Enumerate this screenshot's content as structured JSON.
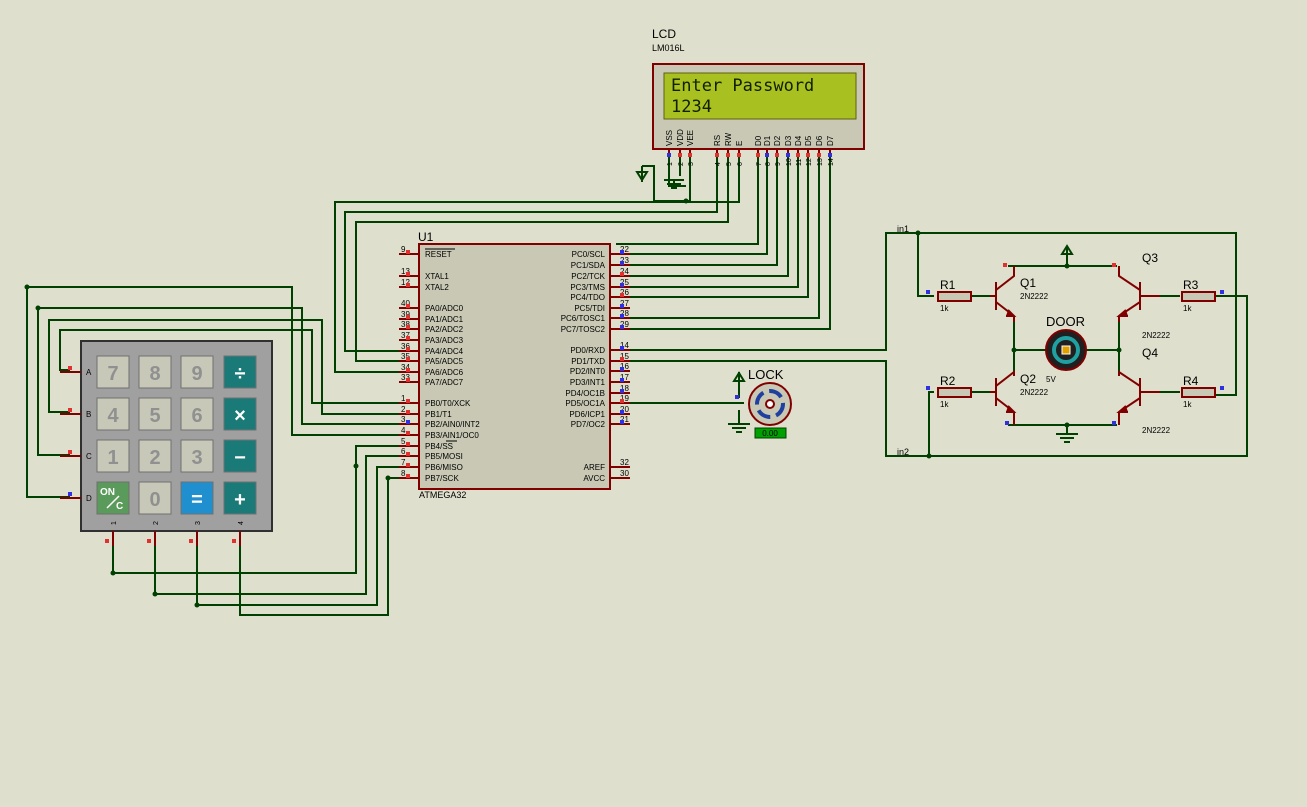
{
  "colors": {
    "background": "#dfdfcd",
    "wire": "#004000",
    "component_outline": "#800000",
    "ic_fill": "#c8c8b4",
    "lcd_screen": "#a8c020",
    "keypad_teal": "#1a7a78",
    "keypad_blue": "#1f8fd0",
    "keypad_green": "#5a9a5a",
    "pin_red": "#e03030",
    "pin_blue": "#3030e0"
  },
  "lcd": {
    "ref": "LCD",
    "part": "LM016L",
    "line1": "Enter Password",
    "line2": "1234",
    "pins": [
      {
        "name": "VSS",
        "num": "1"
      },
      {
        "name": "VDD",
        "num": "2"
      },
      {
        "name": "VEE",
        "num": "3"
      },
      {
        "name": "RS",
        "num": "4"
      },
      {
        "name": "RW",
        "num": "5"
      },
      {
        "name": "E",
        "num": "6"
      },
      {
        "name": "D0",
        "num": "7"
      },
      {
        "name": "D1",
        "num": "8"
      },
      {
        "name": "D2",
        "num": "9"
      },
      {
        "name": "D3",
        "num": "10"
      },
      {
        "name": "D4",
        "num": "11"
      },
      {
        "name": "D5",
        "num": "12"
      },
      {
        "name": "D6",
        "num": "13"
      },
      {
        "name": "D7",
        "num": "14"
      }
    ]
  },
  "mcu": {
    "ref": "U1",
    "part": "ATMEGA32",
    "left_pins": [
      {
        "num": "9",
        "name": "RESET"
      },
      {
        "num": "13",
        "name": "XTAL1"
      },
      {
        "num": "12",
        "name": "XTAL2"
      },
      {
        "num": "40",
        "name": "PA0/ADC0"
      },
      {
        "num": "39",
        "name": "PA1/ADC1"
      },
      {
        "num": "38",
        "name": "PA2/ADC2"
      },
      {
        "num": "37",
        "name": "PA3/ADC3"
      },
      {
        "num": "36",
        "name": "PA4/ADC4"
      },
      {
        "num": "35",
        "name": "PA5/ADC5"
      },
      {
        "num": "34",
        "name": "PA6/ADC6"
      },
      {
        "num": "33",
        "name": "PA7/ADC7"
      },
      {
        "num": "1",
        "name": "PB0/T0/XCK"
      },
      {
        "num": "2",
        "name": "PB1/T1"
      },
      {
        "num": "3",
        "name": "PB2/AIN0/INT2"
      },
      {
        "num": "4",
        "name": "PB3/AIN1/OC0"
      },
      {
        "num": "5",
        "name": "PB4/SS"
      },
      {
        "num": "6",
        "name": "PB5/MOSI"
      },
      {
        "num": "7",
        "name": "PB6/MISO"
      },
      {
        "num": "8",
        "name": "PB7/SCK"
      }
    ],
    "right_pins": [
      {
        "num": "22",
        "name": "PC0/SCL"
      },
      {
        "num": "23",
        "name": "PC1/SDA"
      },
      {
        "num": "24",
        "name": "PC2/TCK"
      },
      {
        "num": "25",
        "name": "PC3/TMS"
      },
      {
        "num": "26",
        "name": "PC4/TDO"
      },
      {
        "num": "27",
        "name": "PC5/TDI"
      },
      {
        "num": "28",
        "name": "PC6/TOSC1"
      },
      {
        "num": "29",
        "name": "PC7/TOSC2"
      },
      {
        "num": "14",
        "name": "PD0/RXD"
      },
      {
        "num": "15",
        "name": "PD1/TXD"
      },
      {
        "num": "16",
        "name": "PD2/INT0"
      },
      {
        "num": "17",
        "name": "PD3/INT1"
      },
      {
        "num": "18",
        "name": "PD4/OC1B"
      },
      {
        "num": "19",
        "name": "PD5/OC1A"
      },
      {
        "num": "20",
        "name": "PD6/ICP1"
      },
      {
        "num": "21",
        "name": "PD7/OC2"
      },
      {
        "num": "32",
        "name": "AREF"
      },
      {
        "num": "30",
        "name": "AVCC"
      }
    ]
  },
  "keypad": {
    "rows": [
      "A",
      "B",
      "C",
      "D"
    ],
    "cols": [
      "1",
      "2",
      "3",
      "4"
    ],
    "keys": [
      [
        "7",
        "8",
        "9",
        "÷"
      ],
      [
        "4",
        "5",
        "6",
        "×"
      ],
      [
        "1",
        "2",
        "3",
        "−"
      ],
      [
        "ON/C",
        "0",
        "=",
        "+"
      ]
    ],
    "on_label": "ON",
    "c_label": "C"
  },
  "lock": {
    "label": "LOCK",
    "value": "0.00"
  },
  "door": {
    "label": "DOOR",
    "voltage": "5V"
  },
  "net_labels": {
    "in1": "in1",
    "in2": "in2"
  },
  "resistors": [
    {
      "ref": "R1",
      "value": "1k"
    },
    {
      "ref": "R2",
      "value": "1k"
    },
    {
      "ref": "R3",
      "value": "1k"
    },
    {
      "ref": "R4",
      "value": "1k"
    }
  ],
  "transistors": [
    {
      "ref": "Q1",
      "part": "2N2222"
    },
    {
      "ref": "Q2",
      "part": "2N2222"
    },
    {
      "ref": "Q3",
      "part": "2N2222"
    },
    {
      "ref": "Q4",
      "part": "2N2222"
    }
  ]
}
